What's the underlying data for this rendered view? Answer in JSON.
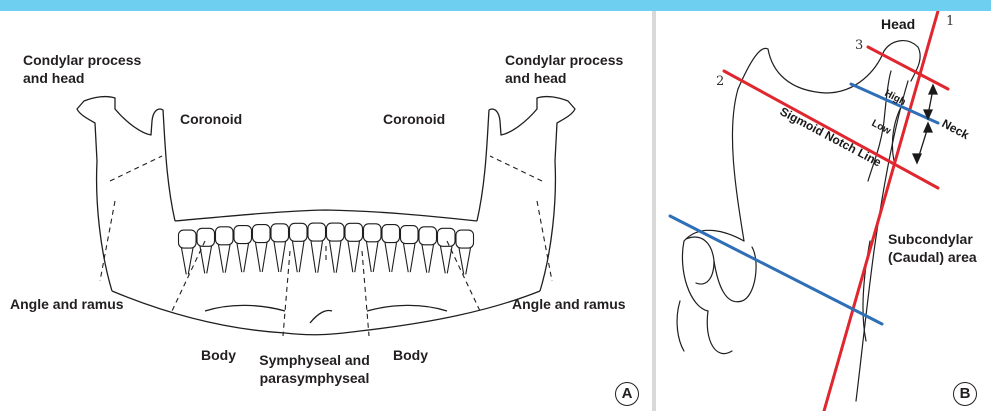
{
  "panel_a": {
    "labels": {
      "condylar_left": "Condylar process and head",
      "condylar_right": "Condylar process and head",
      "coronoid_left": "Coronoid",
      "coronoid_right": "Coronoid",
      "angle_left": "Angle and ramus",
      "angle_right": "Angle and ramus",
      "body_left": "Body",
      "body_right": "Body",
      "symphyseal": "Symphyseal and parasymphyseal"
    },
    "letter": "A"
  },
  "panel_b": {
    "labels": {
      "head": "Head",
      "neck": "Neck",
      "high": "High",
      "low": "Low",
      "sigmoid": "Sigmoid Notch Line",
      "subcondylar": "Subcondylar (Caudal) area"
    },
    "line_numbers": [
      "1",
      "2",
      "3"
    ],
    "letter": "B",
    "colors": {
      "red_lines": "#e0262e",
      "blue_lines": "#2e6fb7",
      "drawing": "#1f1f1f"
    }
  },
  "colors": {
    "top_bar": "#6ecff0",
    "divider": "#d9d9d9"
  }
}
